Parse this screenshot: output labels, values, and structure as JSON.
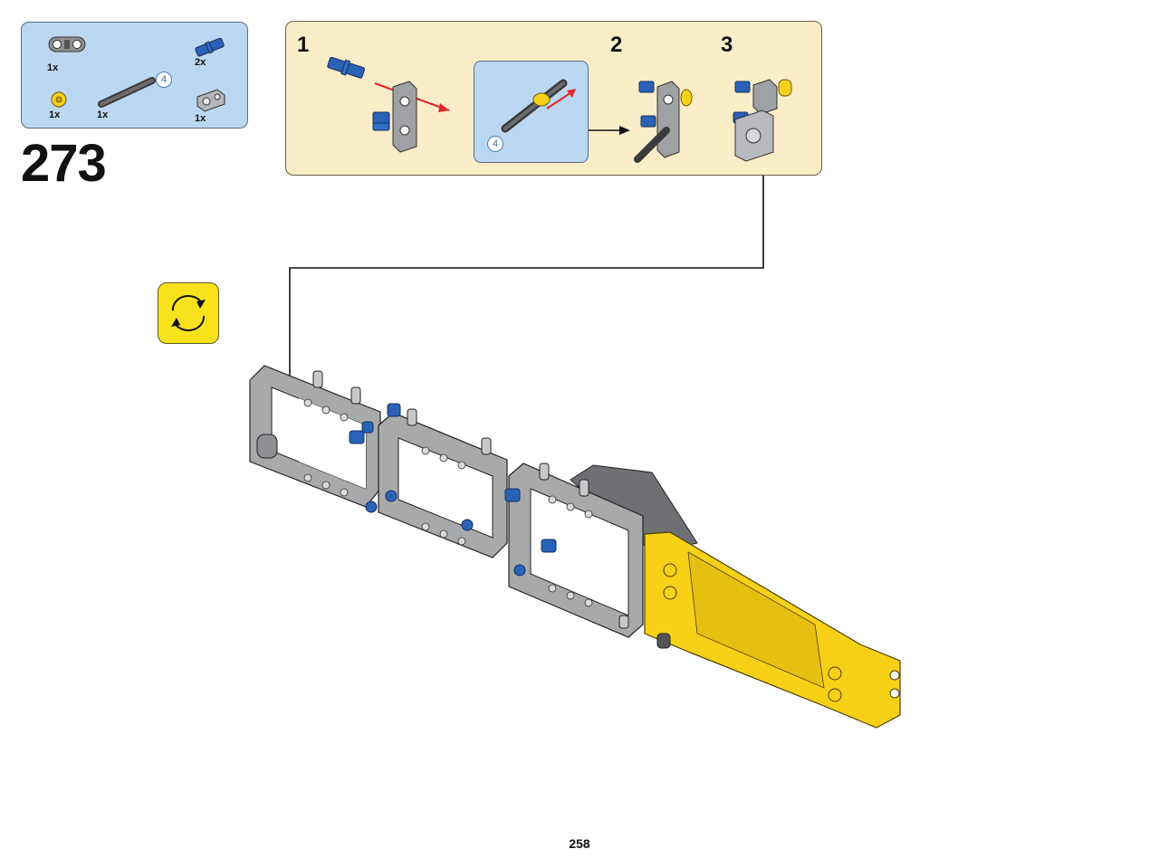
{
  "parts_list": {
    "items": [
      {
        "name": "gray-connector",
        "qty": "1x",
        "icon": "gray-connector-icon"
      },
      {
        "name": "blue-pin",
        "qty": "2x",
        "icon": "blue-pin-icon"
      },
      {
        "name": "yellow-bush",
        "qty": "1x",
        "icon": "yellow-bush-icon"
      },
      {
        "name": "axle",
        "qty": "1x",
        "icon": "axle-icon",
        "length": "4"
      },
      {
        "name": "gray-beam-block",
        "qty": "1x",
        "icon": "gray-block-icon"
      }
    ]
  },
  "step": {
    "number": "273"
  },
  "callout": {
    "substeps": [
      "1",
      "2",
      "3"
    ],
    "sub_panel": {
      "axle_length": "4"
    }
  },
  "rotate": {
    "icon": "rotate-model-icon"
  },
  "page": {
    "number": "258"
  },
  "colors": {
    "blue_panel": "#bcd7f1",
    "callout_bg": "#fcedc9",
    "rotate_yellow": "#f9e11c",
    "lego_blue": "#2a62b8",
    "lego_gray": "#a7a9ab",
    "lego_yellow": "#f7d117",
    "arrow_red": "#e3262b"
  }
}
